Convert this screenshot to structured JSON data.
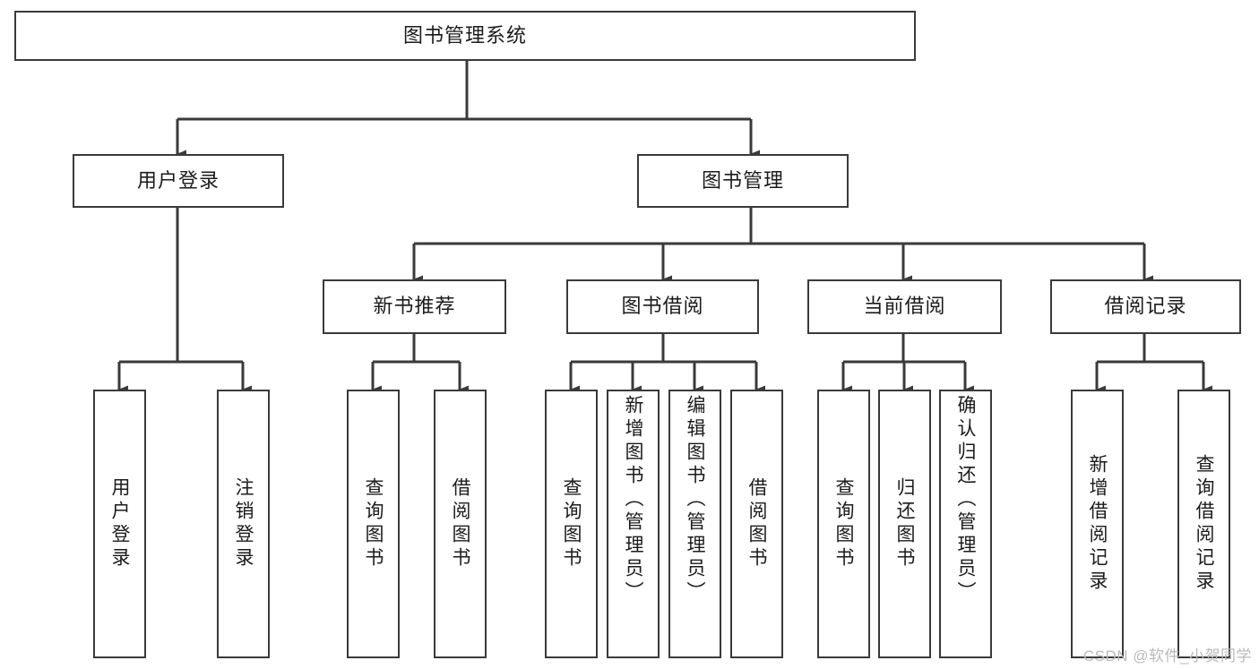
{
  "diagram": {
    "title": "图书管理系统",
    "type": "功能结构图",
    "watermark": "CSDN @软件_小贺同学",
    "colors": {
      "box_border": "#3a3a3a",
      "box_fill": "#ffffff",
      "line": "#3a3a3a",
      "text": "#1b1b1b",
      "watermark": "#b9b9b9"
    },
    "root": {
      "label": "图书管理系统"
    },
    "level1": [
      {
        "id": "user-login",
        "label": "用户登录"
      },
      {
        "id": "book-management",
        "label": "图书管理"
      }
    ],
    "level2": [
      {
        "id": "new-book-recommend",
        "label": "新书推荐",
        "parent": "book-management"
      },
      {
        "id": "book-borrow",
        "label": "图书借阅",
        "parent": "book-management"
      },
      {
        "id": "current-borrow",
        "label": "当前借阅",
        "parent": "book-management"
      },
      {
        "id": "borrow-record",
        "label": "借阅记录",
        "parent": "book-management"
      }
    ],
    "leaves": {
      "user-login": [
        {
          "id": "leaf-user-login",
          "label": "用户登录"
        },
        {
          "id": "leaf-logout-login",
          "label": "注销登录"
        }
      ],
      "new-book-recommend": [
        {
          "id": "leaf-query-book-1",
          "label": "查询图书"
        },
        {
          "id": "leaf-borrow-book-1",
          "label": "借阅图书"
        }
      ],
      "book-borrow": [
        {
          "id": "leaf-query-book-2",
          "label": "查询图书"
        },
        {
          "id": "leaf-add-book",
          "label": "新增图书（管理员）"
        },
        {
          "id": "leaf-edit-book",
          "label": "编辑图书（管理员）"
        },
        {
          "id": "leaf-borrow-book-2",
          "label": "借阅图书"
        }
      ],
      "current-borrow": [
        {
          "id": "leaf-query-book-3",
          "label": "查询图书"
        },
        {
          "id": "leaf-return-book",
          "label": "归还图书"
        },
        {
          "id": "leaf-confirm-return",
          "label": "确认归还（管理员）"
        }
      ],
      "borrow-record": [
        {
          "id": "leaf-add-record",
          "label": "新增借阅记录"
        },
        {
          "id": "leaf-query-record",
          "label": "查询借阅记录"
        }
      ]
    }
  }
}
